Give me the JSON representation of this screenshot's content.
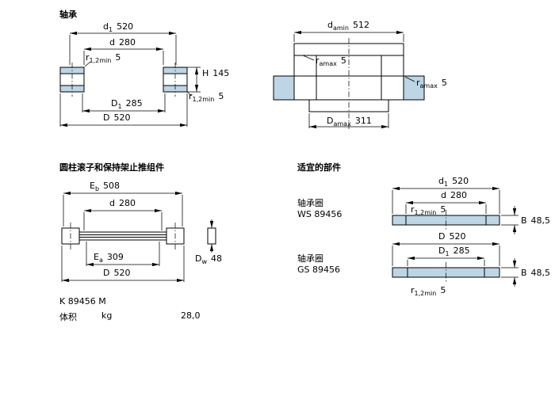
{
  "colors": {
    "washer": "#bdd5e4"
  },
  "sections": {
    "bearing": {
      "title": "轴承",
      "dims": {
        "d1": {
          "sym": "d",
          "sub": "1",
          "val": "520"
        },
        "d": {
          "sym": "d",
          "val": "280"
        },
        "r12a": {
          "sym": "r",
          "sub": "1,2min",
          "val": "5"
        },
        "H": {
          "sym": "H",
          "val": "145"
        },
        "r12b": {
          "sym": "r",
          "sub": "1,2min",
          "val": "5"
        },
        "D1": {
          "sym": "D",
          "sub": "1",
          "val": "285"
        },
        "D": {
          "sym": "D",
          "val": "520"
        }
      }
    },
    "mounting": {
      "dims": {
        "damin": {
          "sym": "d",
          "sub": "amin",
          "val": "512"
        },
        "ramax1": {
          "sym": "r",
          "sub": "amax",
          "val": "5"
        },
        "ramax2": {
          "sym": "r",
          "sub": "amax",
          "val": "5"
        },
        "Damax": {
          "sym": "D",
          "sub": "amax",
          "val": "311"
        }
      }
    },
    "assembly": {
      "title": "圆柱滚子和保持架止推组件",
      "designation": "K 89456 M",
      "mass": {
        "label": "体积",
        "unit": "kg",
        "value": "28,0"
      },
      "dims": {
        "Eb": {
          "sym": "E",
          "sub": "b",
          "val": "508"
        },
        "d": {
          "sym": "d",
          "val": "280"
        },
        "Ea": {
          "sym": "E",
          "sub": "a",
          "val": "309"
        },
        "D": {
          "sym": "D",
          "val": "520"
        },
        "Dw": {
          "sym": "D",
          "sub": "w",
          "val": "48"
        }
      }
    },
    "components": {
      "title": "适宜的部件",
      "ws": {
        "label": "轴承圈",
        "designation": "WS 89456"
      },
      "gs": {
        "label": "轴承圈",
        "designation": "GS 89456"
      },
      "dims": {
        "d1": {
          "sym": "d",
          "sub": "1",
          "val": "520"
        },
        "d": {
          "sym": "d",
          "val": "280"
        },
        "r_ws": {
          "sym": "r",
          "sub": "1,2min",
          "val": "5"
        },
        "B_ws": {
          "sym": "B",
          "val": "48,5"
        },
        "D": {
          "sym": "D",
          "val": "520"
        },
        "D1": {
          "sym": "D",
          "sub": "1",
          "val": "285"
        },
        "r_gs": {
          "sym": "r",
          "sub": "1,2min",
          "val": "5"
        },
        "B_gs": {
          "sym": "B",
          "val": "48,5"
        }
      }
    }
  }
}
